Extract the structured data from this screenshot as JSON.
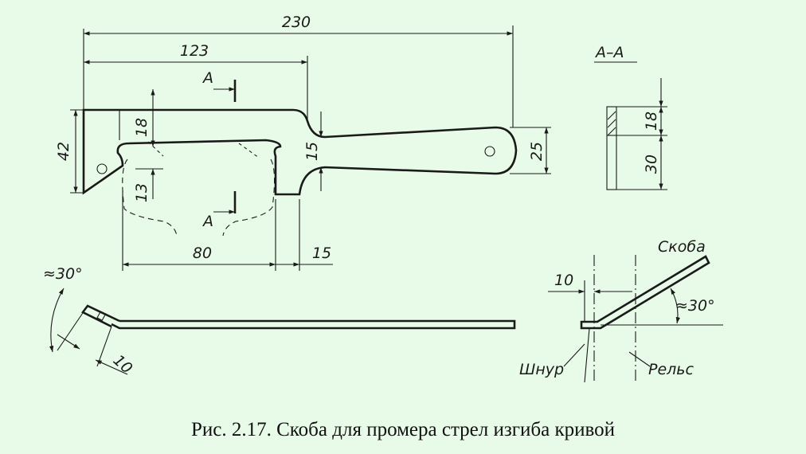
{
  "figure": {
    "caption": "Рис. 2.17. Скоба для промера стрел изгиба кривой",
    "plan_view": {
      "dimensions": {
        "overall_length": "230",
        "length_to_neck": "123",
        "height": "42",
        "jaw_top": "18",
        "jaw_depth": "13",
        "neck_width": "15",
        "handle_width": "25",
        "jaw_opening": "80",
        "neck_offset": "15"
      },
      "section_mark_top": "A",
      "section_mark_bottom": "A"
    },
    "section_view": {
      "title": "A–A",
      "dimensions": {
        "upper": "18",
        "lower": "30"
      }
    },
    "side_view": {
      "angle": "≈30°",
      "tab_length": "10"
    },
    "usage_view": {
      "labels": {
        "bracket": "Скоба",
        "cord": "Шнур",
        "rail": "Рельс"
      },
      "angle": "≈30°",
      "offset": "10"
    }
  }
}
